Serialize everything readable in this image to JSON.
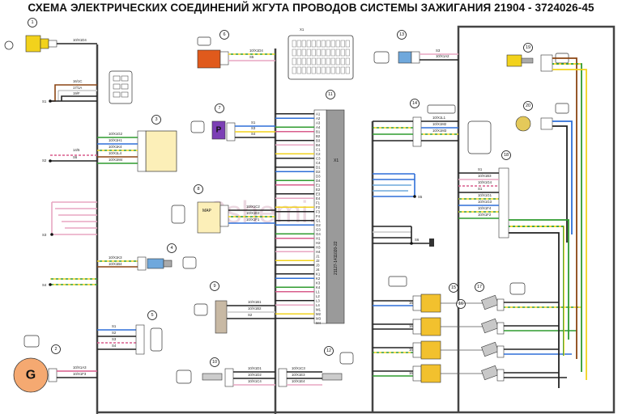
{
  "title": "СХЕМА ЭЛЕКТРИЧЕСКИХ СОЕДИНЕНИЙ ЖГУТА ПРОВОДОВ СИСТЕМЫ ЗАЖИГАНИЯ 21904 - 3724026-45",
  "watermark": "2shemi.ru",
  "ecu": {
    "label": "X1",
    "part_no": "21127-1411020-22",
    "pins": [
      "A1",
      "A2",
      "A3",
      "A4",
      "B1",
      "B2",
      "B3",
      "B4",
      "C1",
      "C2",
      "C3",
      "C4",
      "D1",
      "D2",
      "D3",
      "D4",
      "E1",
      "E2",
      "E3",
      "E4",
      "F1",
      "F2",
      "F3",
      "F4",
      "G1",
      "G2",
      "G3",
      "G4",
      "H1",
      "H2",
      "H3",
      "H4",
      "J1",
      "J2",
      "J3",
      "J4",
      "K1",
      "K2",
      "K3",
      "K4",
      "L1",
      "L2",
      "L3",
      "L4",
      "M1",
      "M2",
      "M3",
      "M4"
    ]
  },
  "connector_x1_label": "X1",
  "components": [
    {
      "num": "1"
    },
    {
      "num": "2"
    },
    {
      "num": "3"
    },
    {
      "num": "4"
    },
    {
      "num": "5"
    },
    {
      "num": "6"
    },
    {
      "num": "7"
    },
    {
      "num": "8"
    },
    {
      "num": "9"
    },
    {
      "num": "10"
    },
    {
      "num": "11"
    },
    {
      "num": "12"
    },
    {
      "num": "13"
    },
    {
      "num": "14"
    },
    {
      "num": "15"
    },
    {
      "num": "16"
    },
    {
      "num": "17"
    },
    {
      "num": "18"
    },
    {
      "num": "19"
    },
    {
      "num": "20"
    }
  ],
  "splices": [
    "S1",
    "S2",
    "S3",
    "S4",
    "S5",
    "S6"
  ],
  "generator_letter": "G",
  "map_label": "MAP",
  "p_label": "P",
  "wire_labels": {
    "c1": "10/X1D4",
    "s1a": "16/1C",
    "s1b": "17/1A",
    "s1c": "19/F",
    "c3a": "10/X1G2",
    "c3b": "10/X1H1",
    "c3c": "10/X1K4",
    "c3d": "10/X1L4",
    "c3e": "10/X1M4",
    "s2a": "14/5",
    "s2b": "S6",
    "c4a": "10/X1K3",
    "c4b": "10/X1B4",
    "c5a": "S1",
    "c5b": "S2",
    "c5c": "S3",
    "c5d": "S4",
    "c2a": "10/X1A3",
    "c2b": "10/X1F3",
    "c6a": "10/X1D4",
    "c6b": "S5",
    "c7a": "S1",
    "c7b": "S3",
    "c7c": "S4",
    "c8a": "10/X1C2",
    "c8b": "10/X1E2",
    "c8c": "10/X1F1",
    "c9a": "10/X1B1",
    "c9b": "10/X1B2",
    "c9c": "S2",
    "c10a": "10/X1D1",
    "c10b": "10/X1D2",
    "c10c": "10/X1C4",
    "c12a": "10/X1C3",
    "c12b": "10/X1E3",
    "c12c": "10/X1E4",
    "c13a": "S3",
    "c13b": "10/X1A2",
    "c14a": "10/X1L1",
    "c14b": "10/X1M2",
    "c14c": "10/X1M3",
    "c18a": "S1",
    "c18b": "10/X1B3",
    "c18c": "10/X1G4",
    "c18d": "S1",
    "c18e": "10/X1G1",
    "c18f": "10/X1G3",
    "c18g": "10/X1F4",
    "c18h": "10/X1F2",
    "c15a": "16",
    "c15b": "16",
    "c15c": "16",
    "c15d": "16"
  }
}
